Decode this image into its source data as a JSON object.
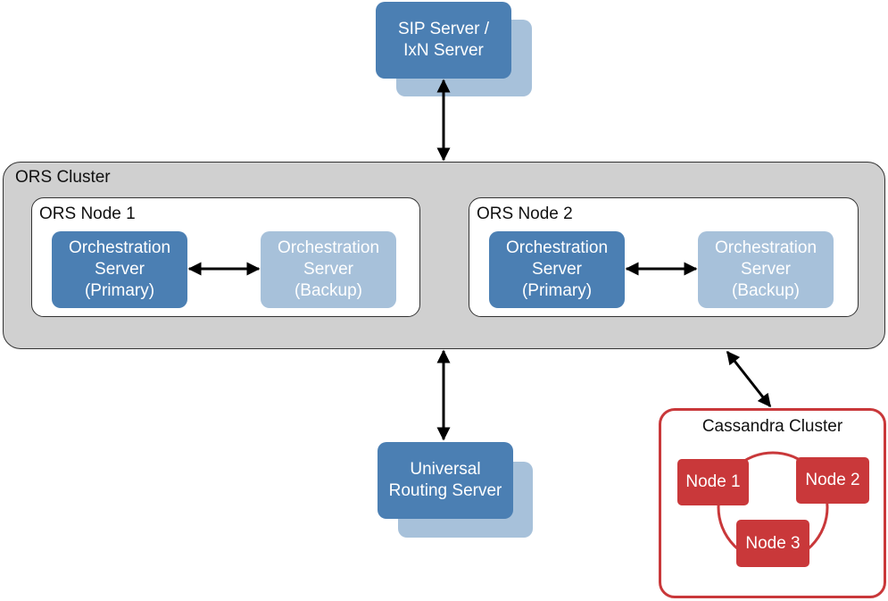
{
  "sip_server": {
    "line1": "SIP Server /",
    "line2": "IxN Server"
  },
  "ors_cluster": {
    "title": "ORS Cluster",
    "node1": {
      "title": "ORS Node 1",
      "primary": {
        "line1": "Orchestration",
        "line2": "Server",
        "line3": "(Primary)"
      },
      "backup": {
        "line1": "Orchestration",
        "line2": "Server",
        "line3": "(Backup)"
      }
    },
    "node2": {
      "title": "ORS Node 2",
      "primary": {
        "line1": "Orchestration",
        "line2": "Server",
        "line3": "(Primary)"
      },
      "backup": {
        "line1": "Orchestration",
        "line2": "Server",
        "line3": "(Backup)"
      }
    }
  },
  "urs": {
    "line1": "Universal",
    "line2": "Routing Server"
  },
  "cassandra": {
    "title": "Cassandra Cluster",
    "nodes": [
      "Node 1",
      "Node 2",
      "Node 3"
    ]
  },
  "colors": {
    "primary": "#4b7fb3",
    "backup": "#a7c1da",
    "cluster": "#d0d0d0",
    "cassandra": "#c9383a"
  }
}
